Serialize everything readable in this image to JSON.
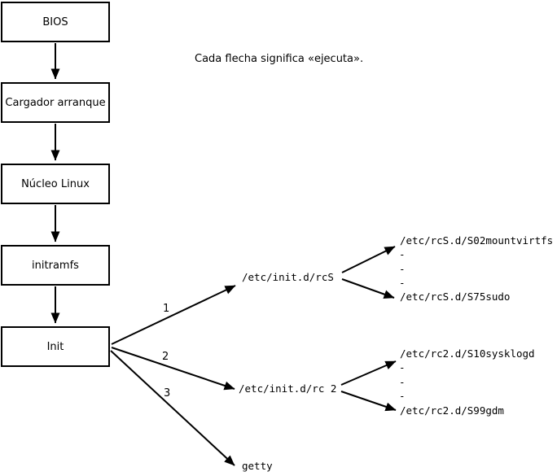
{
  "caption": "Cada flecha significa «ejecuta».",
  "boot_sequence": {
    "boxes": [
      {
        "id": "bios",
        "label": "BIOS"
      },
      {
        "id": "bootloader",
        "label": "Cargador arranque"
      },
      {
        "id": "kernel",
        "label": "Núcleo Linux"
      },
      {
        "id": "initramfs",
        "label": "initramfs"
      },
      {
        "id": "init",
        "label": "Init"
      }
    ]
  },
  "init_branches": [
    {
      "number": "1",
      "target": "/etc/init.d/rcS"
    },
    {
      "number": "2",
      "target": "/etc/init.d/rc 2"
    },
    {
      "number": "3",
      "target": "getty"
    }
  ],
  "rcS_scripts": {
    "first": "/etc/rcS.d/S02mountvirtfs",
    "ellipsis": "-\n-\n-",
    "last": "/etc/rcS.d/S75sudo"
  },
  "rc2_scripts": {
    "first": "/etc/rc2.d/S10sysklogd",
    "ellipsis": "-\n-\n-",
    "last": "/etc/rc2.d/S99gdm"
  }
}
